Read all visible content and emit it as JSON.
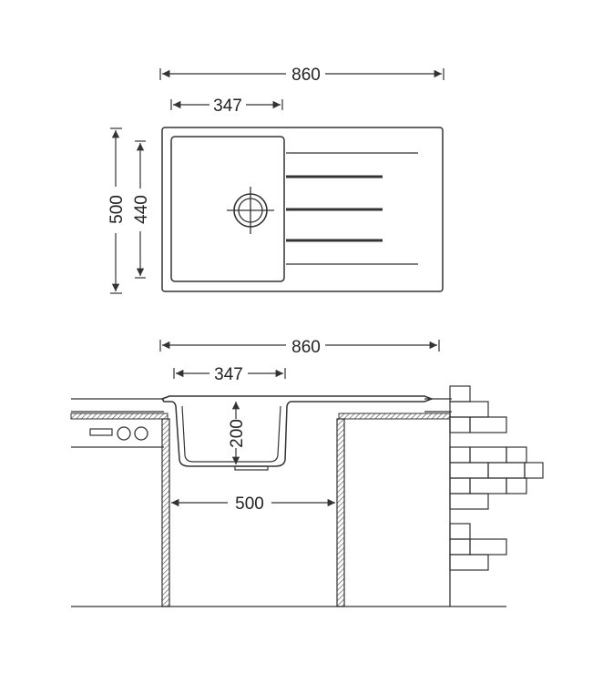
{
  "top_view": {
    "overall_width": "860",
    "bowl_width": "347",
    "overall_depth": "500",
    "bowl_depth": "440"
  },
  "side_view": {
    "overall_width": "860",
    "bowl_width": "347",
    "bowl_height": "200",
    "cabinet_width": "500"
  },
  "colors": {
    "line": "#333333",
    "text": "#222222",
    "background": "#ffffff"
  }
}
